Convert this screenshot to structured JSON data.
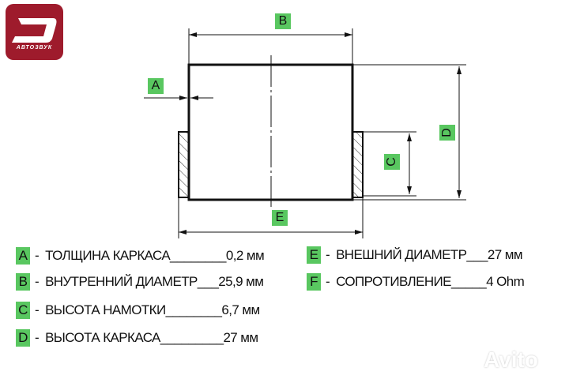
{
  "logo": {
    "brand_text": "АВТОЗВУК",
    "color": "#9e1b2c"
  },
  "drawing": {
    "labels": {
      "A": "A",
      "B": "B",
      "C": "C",
      "D": "D",
      "E": "E"
    },
    "tag_color": "#59c760"
  },
  "legend": {
    "left": [
      {
        "letter": "A",
        "dash": "-",
        "text": "ТОЛЩИНА КАРКАСА________0,2 мм"
      },
      {
        "letter": "B",
        "dash": "-",
        "text": "ВНУТРЕННИЙ ДИАМЕТР___25,9 мм"
      },
      {
        "letter": "C",
        "dash": "-",
        "text": "ВЫСОТА НАМОТКИ________6,7 мм"
      },
      {
        "letter": "D",
        "dash": "-",
        "text": "ВЫСОТА КАРКАСА_________27 мм"
      }
    ],
    "right": [
      {
        "letter": "E",
        "dash": "-",
        "text": "ВНЕШНИЙ ДИАМЕТР___27 мм"
      },
      {
        "letter": "F",
        "dash": "-",
        "text": "СОПРОТИВЛЕНИЕ_____4 Ohm"
      }
    ]
  },
  "watermark": {
    "text": "Avito"
  }
}
